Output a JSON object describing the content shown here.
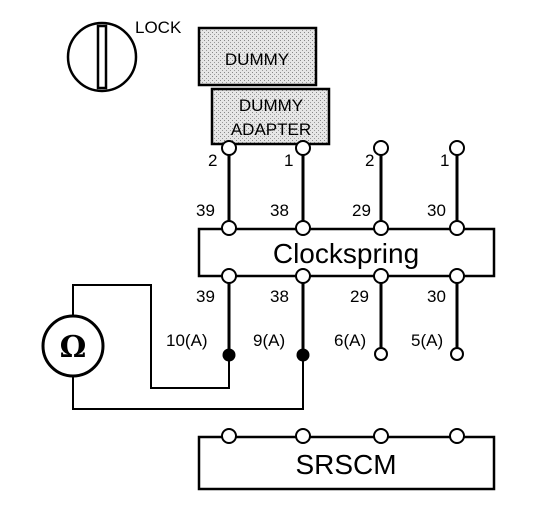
{
  "lock": {
    "label": "LOCK"
  },
  "dummy": {
    "label": "DUMMY"
  },
  "dummy_adapter": {
    "line1": "DUMMY",
    "line2": "ADAPTER"
  },
  "clockspring": {
    "label": "Clockspring",
    "top_pins": [
      "39",
      "38",
      "29",
      "30"
    ],
    "bottom_pins": [
      "39",
      "38",
      "29",
      "30"
    ]
  },
  "connector_top": {
    "pins": [
      "2",
      "1",
      "2",
      "1"
    ]
  },
  "connector_bottom": {
    "pins": [
      "10(A)",
      "9(A)",
      "6(A)",
      "5(A)"
    ]
  },
  "meter": {
    "symbol": "Ω"
  },
  "srscm": {
    "label": "SRSCM"
  },
  "colors": {
    "line": "#000000",
    "fill_gray": "#d8d8d8"
  }
}
